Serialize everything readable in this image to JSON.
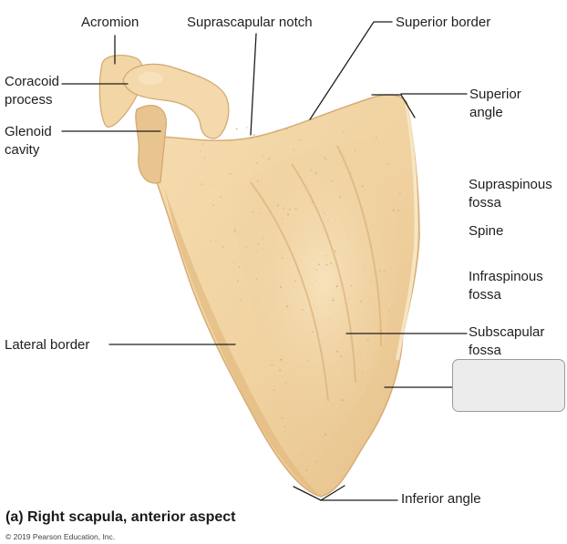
{
  "labels": {
    "acromion": "Acromion",
    "suprascapular_notch": "Suprascapular notch",
    "superior_border": "Superior border",
    "coracoid_process_line1": "Coracoid",
    "coracoid_process_line2": "process",
    "glenoid_cavity_line1": "Glenoid",
    "glenoid_cavity_line2": "cavity",
    "superior_angle_line1": "Superior",
    "superior_angle_line2": "angle",
    "supraspinous_fossa_line1": "Supraspinous",
    "supraspinous_fossa_line2": "fossa",
    "spine": "Spine",
    "infraspinous_fossa_line1": "Infraspinous",
    "infraspinous_fossa_line2": "fossa",
    "subscapular_fossa_line1": "Subscapular",
    "subscapular_fossa_line2": "fossa",
    "lateral_border": "Lateral border",
    "inferior_angle": "Inferior angle"
  },
  "caption": "(a) Right scapula, anterior aspect",
  "copyright": "© 2019 Pearson Education, Inc.",
  "colors": {
    "bone": "#f0d4a4",
    "bone_shadow": "#d9b27c",
    "bone_highlight": "#f8e6c4",
    "leader_line": "#1e1e1e"
  }
}
